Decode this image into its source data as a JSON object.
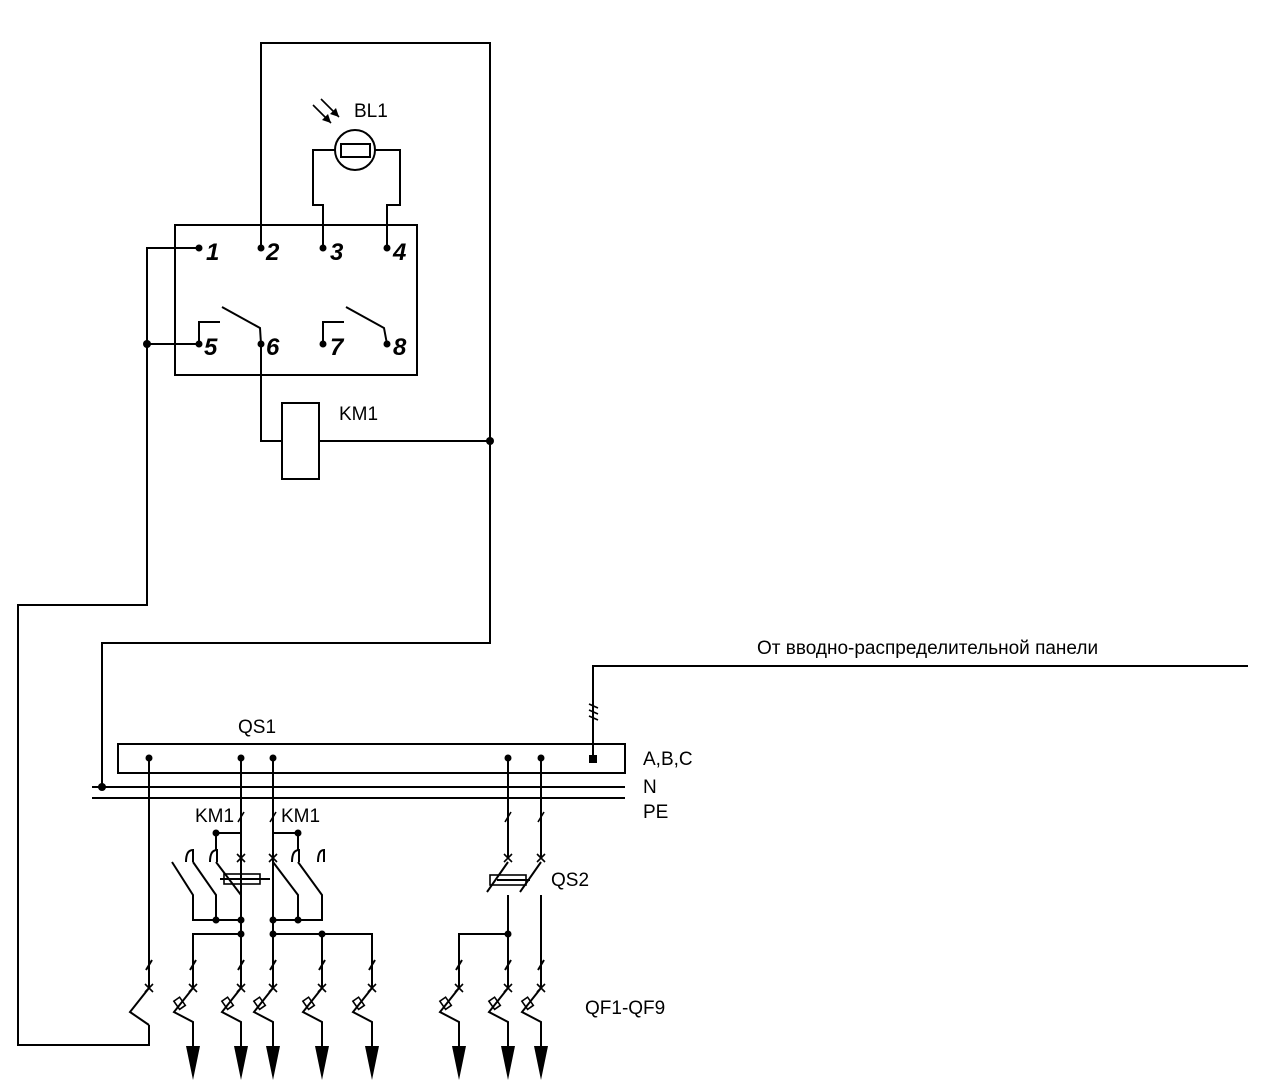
{
  "labels": {
    "photosensor": "BL1",
    "contactor_coil": "KM1",
    "km1_contact_a": "KM1",
    "km1_contact_b": "KM1",
    "main_switch": "QS1",
    "switch_qs2": "QS2",
    "breakers": "QF1-QF9",
    "source": "От вводно-распределительной панели",
    "bus_phase": "A,B,C",
    "bus_neutral": "N",
    "bus_pe": "PE"
  },
  "relay_terminals": [
    "1",
    "2",
    "3",
    "4",
    "5",
    "6",
    "7",
    "8"
  ]
}
